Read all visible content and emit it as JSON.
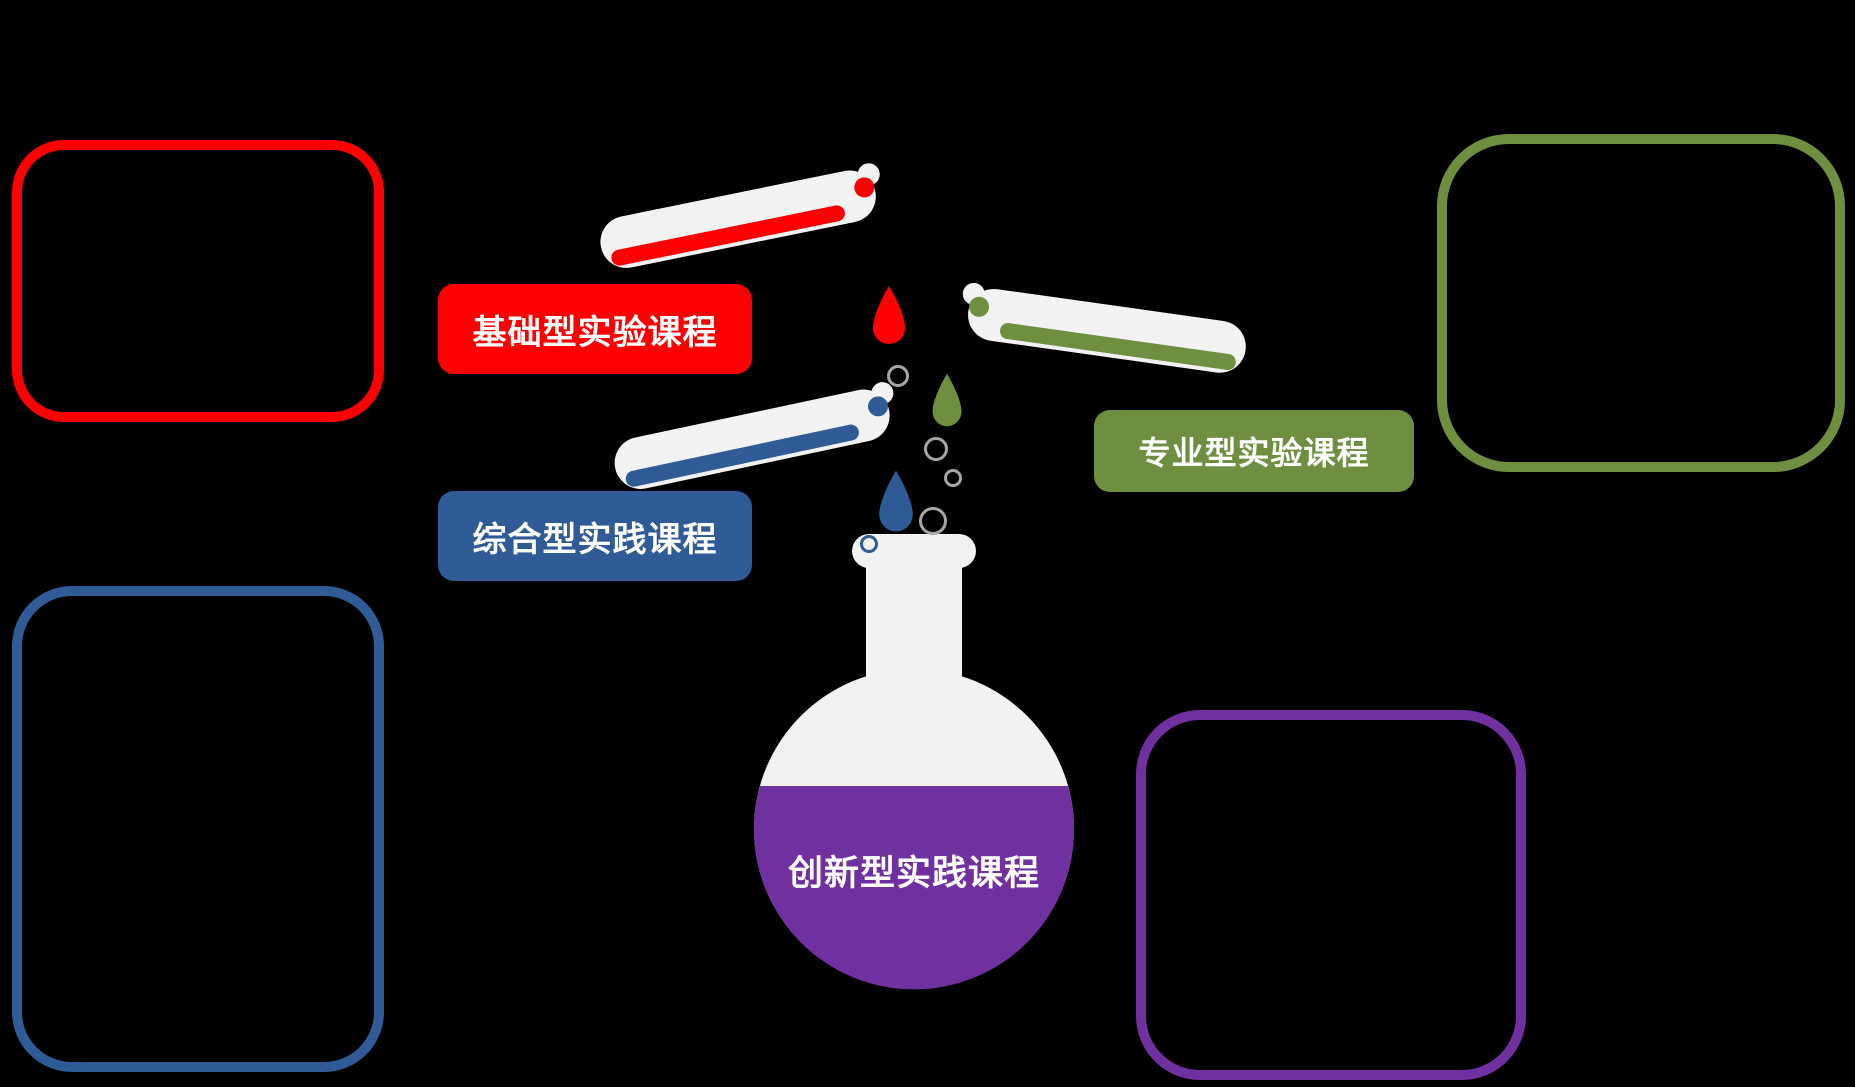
{
  "background_color": "#000000",
  "colors": {
    "red": "#FF0000",
    "blue": "#2F5B96",
    "green": "#6E8F40",
    "purple": "#7030A0",
    "tube_body": "#F2F2F2",
    "bubble_gray": "#A6A6A6",
    "text_white": "#FFFFFF"
  },
  "badges": {
    "basic": {
      "label": "基础型实验课程",
      "color": "#FF0000"
    },
    "comprehensive": {
      "label": "综合型实践课程",
      "color": "#2F5B96"
    },
    "professional": {
      "label": "专业型实验课程",
      "color": "#6E8F40"
    }
  },
  "flask": {
    "label": "创新型实践课程",
    "color": "#7030A0"
  },
  "frames": {
    "top_left": {
      "color": "#FF0000"
    },
    "top_right": {
      "color": "#6E8F40"
    },
    "bottom_left": {
      "color": "#2F5B96"
    },
    "bottom_right": {
      "color": "#7030A0"
    }
  }
}
